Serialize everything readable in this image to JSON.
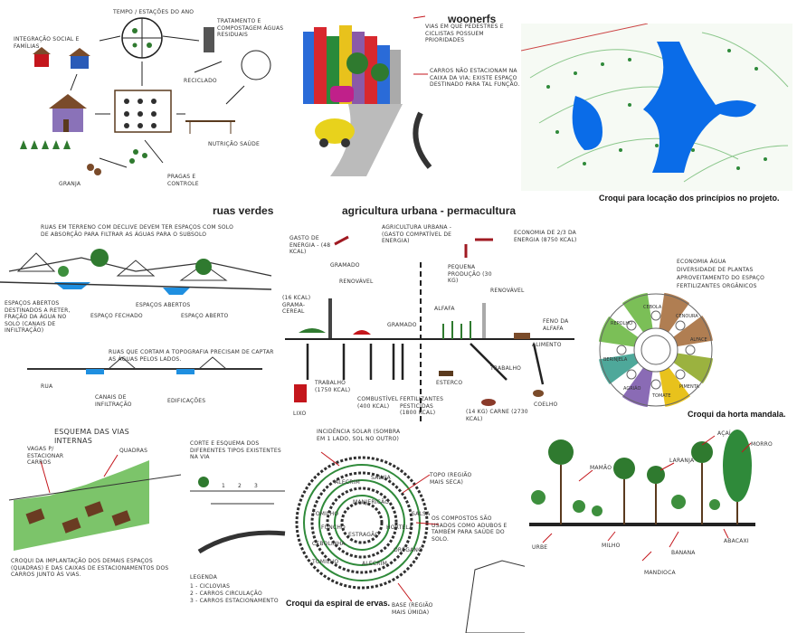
{
  "colors": {
    "woonerf_blue": "#1b6fe0",
    "veg_green": "#2f7a2f",
    "red_accent": "#c4161c",
    "mandala_green": "#7bbf57",
    "mandala_brown": "#b07e52",
    "mandala_teal": "#4ea89a",
    "mandala_purple": "#8a6bb5",
    "mandala_yellow": "#e8c21c",
    "mandala_olive": "#9bb23f"
  },
  "titles": {
    "woonerfs": "woonerfs",
    "ruas_verdes": "ruas verdes",
    "agricultura": "agricultura urbana - permacultura"
  },
  "captions": {
    "croqui_locacao": "Croqui para locação dos princípios no projeto.",
    "croqui_mandala": "Croqui da horta mandala.",
    "croqui_espiral": "Croqui da espiral de ervas."
  },
  "cycle": {
    "top": "Tempo / estações do ano",
    "integracao": "Integração social e famílias",
    "tratamento": "Tratamento e compostagem águas residuais",
    "reciclado": "Reciclado",
    "nutricao": "Nutrição saúde",
    "pragas": "Pragas e controle",
    "granja": "Granja"
  },
  "woonerf_notes": {
    "note1": "Vias em que pedestres e ciclistas possuem prioridades",
    "note2": "Carros não estacionam na caixa da via; existe espaço destinado para tal função."
  },
  "ruas_verdes": {
    "top_note": "Ruas em terreno com declive devem ter espaços com solo de absorção para filtrar as águas para o subsolo",
    "espacos_abertos": "Espaços abertos destinados a reter, fração da água no solo (canais de infiltração)",
    "espaco_fechado": "Espaço fechado",
    "espacos_abertos2": "Espaços abertos",
    "espaco_aberto": "Espaço aberto",
    "mid_note": "Ruas que cortam a topografia precisam de captar as águas pelos lados.",
    "rua": "Rua",
    "canais": "Canais de infiltração",
    "edificacoes": "Edificações"
  },
  "agri": {
    "header": "Agricultura urbana - (gasto compatível de energia)",
    "economia": "Economia de 2/3 da energia (8750 kcal)",
    "gasto": "Gasto de energia - (48 kcal)",
    "gramado": "Gramado",
    "renovavel": "Renovável",
    "grama_cereal": "(16 kcal) Grama-cereal",
    "gramado2": "Gramado",
    "pequena": "Pequena produção (30 kg)",
    "alfafa": "Alfafa",
    "renovavel2": "Renovável",
    "feno": "Feno da alfafa",
    "alimento": "Alimento",
    "trabalho1": "Trabalho (1750 kcal)",
    "combustivel": "Combustível (400 kcal)",
    "fertilizantes": "Fertilizantes pesticidas (1800 kcal)",
    "trabalho2": "Trabalho",
    "esterco": "Esterco",
    "lixo": "Lixo",
    "coelho": "Coelho",
    "carne": "(14 kg) Carne (2730 kcal)"
  },
  "mandala": {
    "notes": [
      "Economia água",
      "Diversidade de plantas",
      "Aproveitamento do espaço",
      "Fertilizantes orgânicos"
    ],
    "petals": [
      "Cebola",
      "Cenoura",
      "Alface",
      "Pimenta",
      "Tomate",
      "Agrião",
      "Berinjela",
      "Repolho"
    ]
  },
  "vias_internas": {
    "title": "Esquema das vias internas",
    "vagas": "Vagas p/ estacionar carros",
    "quadras": "Quadras",
    "note": "Croqui da implantação dos demais espaços (quadras) e das caixas de estacionamentos dos carros junto às vias."
  },
  "corte": {
    "title": "Corte e esquema dos diferentes tipos existentes na via",
    "legend_title": "Legenda",
    "legend": [
      "1 - Ciclovias",
      "2 - Carros circulação",
      "3 - Carros estacionamento"
    ],
    "ticks": [
      "1",
      "2",
      "3"
    ]
  },
  "espiral": {
    "insolacao": "Incidência solar (sombra em 1 lado, sol no outro)",
    "topo": "Topo (região mais seca)",
    "compostos": "Os compostos são usados como adubos e também para saúde do solo.",
    "base": "Base (região mais úmida)",
    "herbs": [
      "Alecrim",
      "Sálvia",
      "Manjericão",
      "Tomilho",
      "Funcho",
      "Hortelã",
      "Orégano",
      "Estragão",
      "Cebolinha",
      "Alecrim",
      "Tomilho",
      "Salsa"
    ]
  },
  "plants": {
    "acai": "Açaí",
    "mamao": "Mamão",
    "laranja": "Laranja",
    "morro": "Morro",
    "urbe": "Urbe",
    "milho": "Milho",
    "banana": "Banana",
    "abacaxi": "Abacaxi",
    "mandioca": "Mandioca"
  }
}
